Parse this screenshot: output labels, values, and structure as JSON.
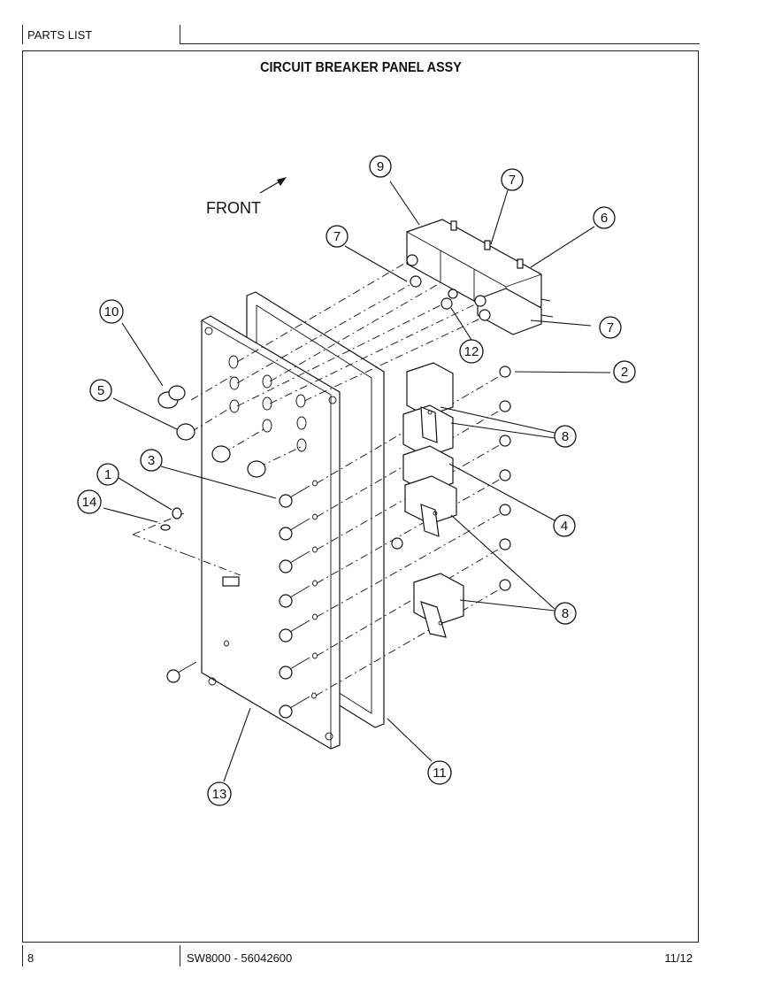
{
  "header": {
    "section_label": "PARTS LIST"
  },
  "title": "CIRCUIT BREAKER PANEL ASSY",
  "diagram": {
    "front_label": "FRONT",
    "callouts": [
      "1",
      "2",
      "3",
      "4",
      "5",
      "6",
      "7",
      "8",
      "9",
      "10",
      "11",
      "12",
      "13",
      "14"
    ]
  },
  "footer": {
    "page_number": "8",
    "document": "SW8000 - 56042600",
    "date": "11/12"
  }
}
